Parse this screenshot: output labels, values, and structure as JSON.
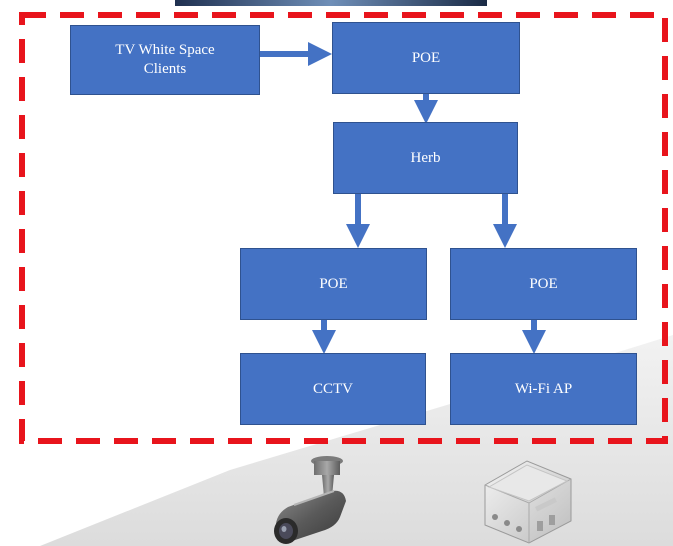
{
  "diagram": {
    "nodes": {
      "tvws": "TV White Space\nClients",
      "poe_top": "POE",
      "herb": "Herb",
      "poe_left": "POE",
      "poe_right": "POE",
      "cctv": "CCTV",
      "wifi_ap": "Wi-Fi AP"
    },
    "edges": [
      [
        "TV White Space Clients",
        "POE"
      ],
      [
        "POE",
        "Herb"
      ],
      [
        "Herb",
        "POE (left)"
      ],
      [
        "Herb",
        "POE (right)"
      ],
      [
        "POE (left)",
        "CCTV"
      ],
      [
        "POE (right)",
        "Wi-Fi AP"
      ]
    ],
    "colors": {
      "box_fill": "#4472c4",
      "box_border": "#2f528f",
      "arrow": "#4472c4",
      "boundary": "#e8141c"
    },
    "device_icons": [
      "cctv-camera-icon",
      "outdoor-access-point-icon"
    ]
  }
}
